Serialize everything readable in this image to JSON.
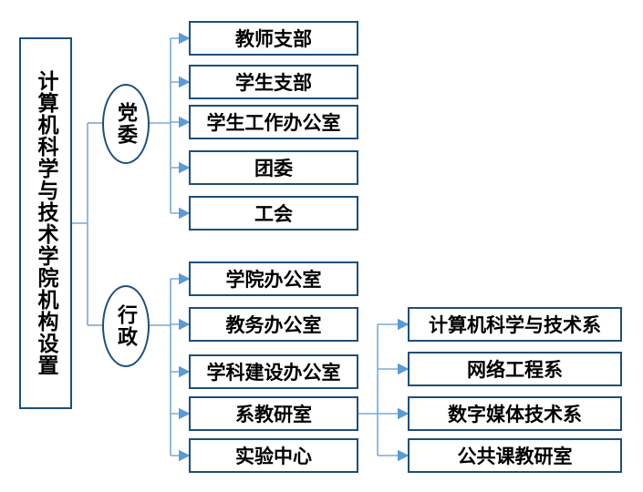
{
  "root": "计算机科学与技术学院机构设置",
  "branches": [
    {
      "id": "party",
      "label": "党委",
      "children": [
        "教师支部",
        "学生支部",
        "学生工作办公室",
        "团委",
        "工会"
      ]
    },
    {
      "id": "admin",
      "label": "行政",
      "children": [
        "学院办公室",
        "教务办公室",
        "学科建设办公室",
        "系教研室",
        "实验中心"
      ]
    }
  ],
  "departments": [
    "计算机科学与技术系",
    "网络工程系",
    "数字媒体技术系",
    "公共课教研室"
  ],
  "colors": {
    "border": "#1f4e79",
    "connector": "#7aaad6"
  }
}
